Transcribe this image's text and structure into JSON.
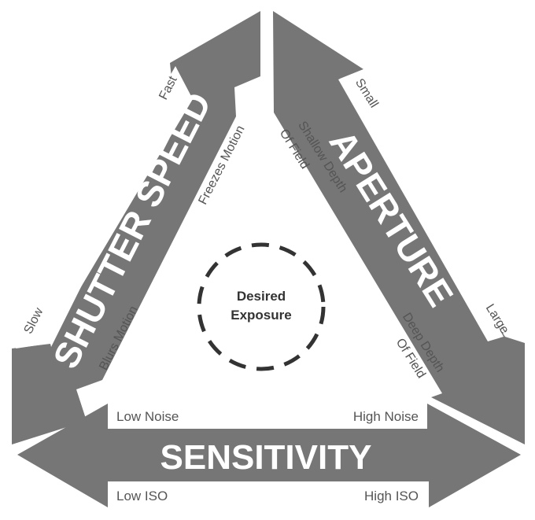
{
  "colors": {
    "arrow": "#767676",
    "text_dark": "#555555",
    "circle": "#333333"
  },
  "center": {
    "line1": "Desired",
    "line2": "Exposure"
  },
  "shutter": {
    "title": "SHUTTER SPEED",
    "end_top": "Fast",
    "end_bottom": "Slow",
    "inner_top": "Freezes Motion",
    "inner_bottom": "Blurs Motion"
  },
  "aperture": {
    "title": "APERTURE",
    "end_top": "Small",
    "end_bottom": "Large",
    "inner_top_1": "Shallow Depth",
    "inner_top_2": "Of Field",
    "inner_bottom_1": "Deep Depth",
    "inner_bottom_2": "Of Field"
  },
  "sensitivity": {
    "title": "SENSITIVITY",
    "top_left": "Low Noise",
    "top_right": "High Noise",
    "bottom_left": "Low ISO",
    "bottom_right": "High ISO"
  }
}
